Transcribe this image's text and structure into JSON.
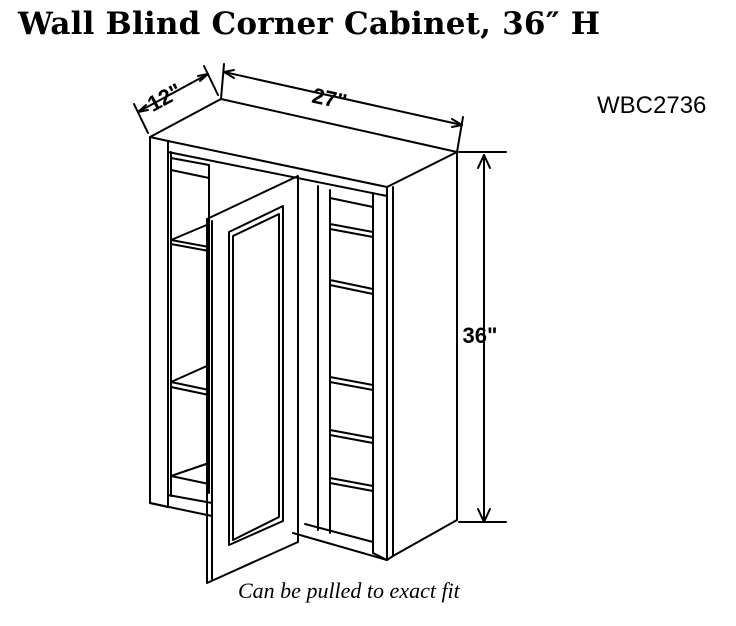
{
  "title": "Wall Blind Corner Cabinet, 36″ H",
  "model_code": "WBC2736",
  "note": "Can be pulled to exact fit",
  "dimensions": {
    "depth": "12\"",
    "width": "27\"",
    "height": "36\""
  }
}
